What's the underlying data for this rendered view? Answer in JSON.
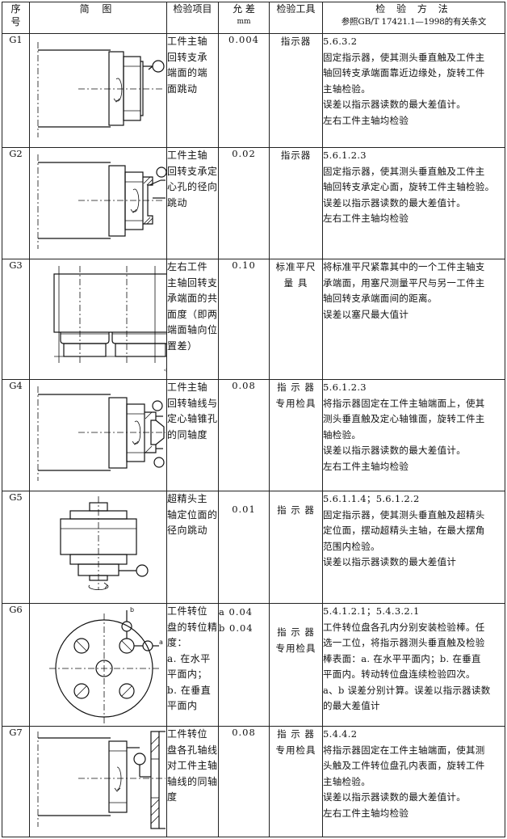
{
  "header": {
    "no": [
      "序",
      "号"
    ],
    "sketch": "简 图",
    "item": "检验项目",
    "tolerance": "允 差",
    "tolerance_unit": "mm",
    "tool": "检验工具",
    "method_title": "检 验 方 法",
    "method_ref": "参照GB/T 17421.1—1998的有关条文"
  },
  "rows": [
    {
      "no": "G1",
      "item": [
        "工件主轴",
        "回转支承",
        "端面的端",
        "面跳动"
      ],
      "tolerance": [
        "0.004"
      ],
      "tool": [
        "指示器"
      ],
      "method": [
        "5.6.3.2",
        "固定指示器，使其测头垂直触及工件主",
        "轴回转支承端面靠近边缘处，旋转工件",
        "主轴检验。",
        "误差以指示器读数的最大差值计。",
        "左右工件主轴均检验"
      ]
    },
    {
      "no": "G2",
      "item": [
        "工件主轴",
        "回转支承定",
        "心孔的径向",
        "跳动"
      ],
      "tolerance": [
        "0.02"
      ],
      "tool": [
        "指示器"
      ],
      "method": [
        "5.6.1.2.3",
        "固定指示器，使其测头垂直触及工件主",
        "轴回转支承定心面，旋转工件主轴检验。",
        "误差以指示器读数的最大差值计。",
        "左右工件主轴均检验"
      ]
    },
    {
      "no": "G3",
      "item": [
        "左右工件",
        "主轴回转支",
        "承端面的共",
        "面度（即两",
        "端面轴向位",
        "置差）"
      ],
      "tolerance": [
        "0.10"
      ],
      "tool": [
        "标准平尺",
        "量 具"
      ],
      "method": [
        "将标准平尺紧靠其中的一个工件主轴支",
        "承端面，用塞尺测量平尺与另一工件主",
        "轴回转支承端面间的距离。",
        "误差以塞尺最大值计"
      ]
    },
    {
      "no": "G4",
      "item": [
        "工件主轴",
        "回转轴线与",
        "定心轴锥孔",
        "的同轴度"
      ],
      "tolerance": [
        "0.08"
      ],
      "tool": [
        "指 示 器",
        "专用检具"
      ],
      "method": [
        "5.6.1.2.3",
        "将指示器固定在工件主轴端面上，使其",
        "测头垂直触及定心轴锥面，旋转工件主",
        "轴检验。",
        "误差以指示器读数的最大差值计。",
        "左右工件主轴均检验"
      ]
    },
    {
      "no": "G5",
      "item": [
        "超精头主",
        "轴定位面的",
        "径向跳动"
      ],
      "tolerance": [
        "0.01"
      ],
      "tool": [
        "指 示 器"
      ],
      "method": [
        "5.6.1.1.4；5.6.1.2.2",
        "固定指示器，使其测头垂直触及超精头",
        "定位面，摆动超精头主轴，在最大摆角",
        "范围内检验。",
        "误差以指示器读数的最大差值计"
      ]
    },
    {
      "no": "G6",
      "item": [
        "工件转位",
        "盘的转位精",
        "度：",
        "a. 在水平",
        "平面内；",
        "b. 在垂直",
        "平面内"
      ],
      "tolerance": [
        "a  0.04",
        "b  0.04"
      ],
      "tool": [
        "指 示 器",
        "专用检具"
      ],
      "method": [
        "5.4.1.2.1；5.4.3.2.1",
        "工件转位盘各孔内分别安装检验棒。任",
        "选一工位，将指示器测头垂直触及检验",
        "棒表面：a. 在水平平面内；b. 在垂直",
        "平面内。转动转位盘连续检验四次。",
        "a、b 误差分别计算。误差以指示器读数",
        "的最大差值计"
      ],
      "fig_labels": {
        "a": "a",
        "b": "b"
      }
    },
    {
      "no": "G7",
      "item": [
        "工件转位",
        "盘各孔轴线",
        "对工件主轴",
        "轴线的同轴",
        "度"
      ],
      "tolerance": [
        "0.08"
      ],
      "tool": [
        "指 示 器",
        "专用检具"
      ],
      "method": [
        "5.4.4.2",
        "将指示器固定在工件主轴端面，使其测",
        "头触及工件转位盘孔内表面，旋转工件",
        "主轴检验。",
        "误差以指示器读数的最大差值计。",
        "左右工件主轴均检验"
      ]
    }
  ]
}
